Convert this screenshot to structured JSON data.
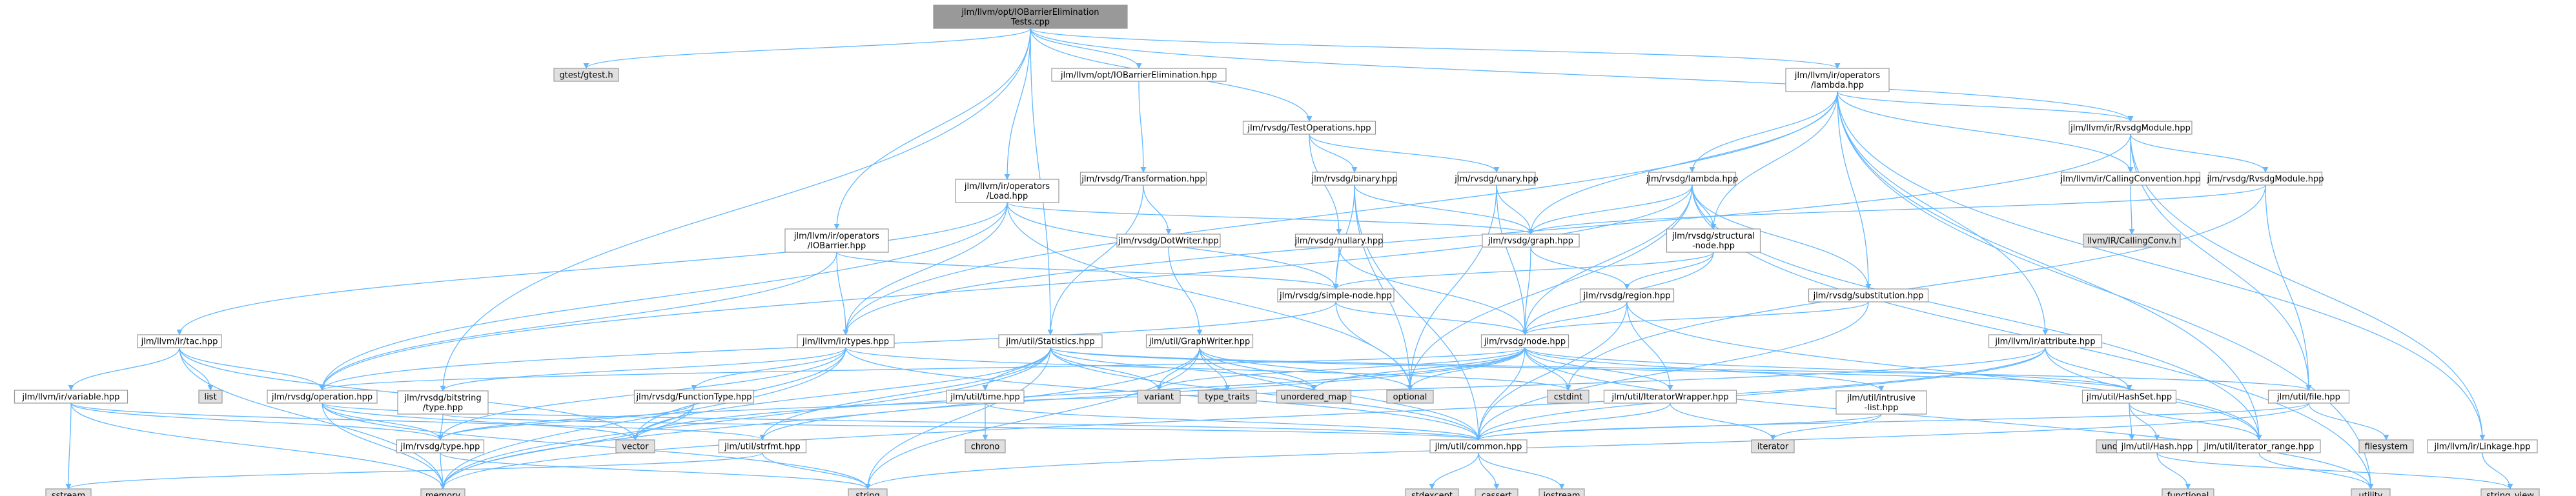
{
  "colors": {
    "background": "#ffffff",
    "root_fill": "#999999",
    "node_fill": "#ffffff",
    "external_fill": "#e0e0e0",
    "border": "#999999",
    "edge": "#63b8ff",
    "text": "#000000"
  },
  "nodes": {
    "root": {
      "label": "jlm/llvm/opt/IOBarrierElimination\nTests.cpp",
      "kind": "root"
    },
    "gtest": {
      "label": "gtest/gtest.h",
      "kind": "external"
    },
    "iobe_hpp": {
      "label": "jlm/llvm/opt/IOBarrierElimination.hpp",
      "kind": "file"
    },
    "testops": {
      "label": "jlm/rvsdg/TestOperations.hpp",
      "kind": "file"
    },
    "lambda_ops": {
      "label": "jlm/llvm/ir/operators\n/lambda.hpp",
      "kind": "file"
    },
    "rvsdgmodule_ir": {
      "label": "jlm/llvm/ir/RvsdgModule.hpp",
      "kind": "file"
    },
    "load": {
      "label": "jlm/llvm/ir/operators\n/Load.hpp",
      "kind": "file"
    },
    "transformation": {
      "label": "jlm/rvsdg/Transformation.hpp",
      "kind": "file"
    },
    "binary": {
      "label": "jlm/rvsdg/binary.hpp",
      "kind": "file"
    },
    "unary": {
      "label": "jlm/rvsdg/unary.hpp",
      "kind": "file"
    },
    "rlambda": {
      "label": "jlm/rvsdg/lambda.hpp",
      "kind": "file"
    },
    "callconv": {
      "label": "jlm/llvm/ir/CallingConvention.hpp",
      "kind": "file"
    },
    "rvsdgmodule_r": {
      "label": "jlm/rvsdg/RvsdgModule.hpp",
      "kind": "file"
    },
    "iobarrier": {
      "label": "jlm/llvm/ir/operators\n/IOBarrier.hpp",
      "kind": "file"
    },
    "dotwriter": {
      "label": "jlm/rvsdg/DotWriter.hpp",
      "kind": "file"
    },
    "graph": {
      "label": "jlm/rvsdg/graph.hpp",
      "kind": "file"
    },
    "llvmcc": {
      "label": "llvm/IR/CallingConv.h",
      "kind": "external"
    },
    "nullary": {
      "label": "jlm/rvsdg/nullary.hpp",
      "kind": "file"
    },
    "structural": {
      "label": "jlm/rvsdg/structural\n-node.hpp",
      "kind": "file"
    },
    "simplenode": {
      "label": "jlm/rvsdg/simple-node.hpp",
      "kind": "file"
    },
    "region": {
      "label": "jlm/rvsdg/region.hpp",
      "kind": "file"
    },
    "substitution": {
      "label": "jlm/rvsdg/substitution.hpp",
      "kind": "file"
    },
    "tac": {
      "label": "jlm/llvm/ir/tac.hpp",
      "kind": "file"
    },
    "types": {
      "label": "jlm/llvm/ir/types.hpp",
      "kind": "file"
    },
    "statistics": {
      "label": "jlm/util/Statistics.hpp",
      "kind": "file"
    },
    "graphwriter": {
      "label": "jlm/util/GraphWriter.hpp",
      "kind": "file"
    },
    "node": {
      "label": "jlm/rvsdg/node.hpp",
      "kind": "file"
    },
    "attribute": {
      "label": "jlm/llvm/ir/attribute.hpp",
      "kind": "file"
    },
    "variable": {
      "label": "jlm/llvm/ir/variable.hpp",
      "kind": "file"
    },
    "list": {
      "label": "list",
      "kind": "external"
    },
    "operation": {
      "label": "jlm/rvsdg/operation.hpp",
      "kind": "file"
    },
    "bitstring": {
      "label": "jlm/rvsdg/bitstring\n/type.hpp",
      "kind": "file"
    },
    "functiontype": {
      "label": "jlm/rvsdg/FunctionType.hpp",
      "kind": "file"
    },
    "time": {
      "label": "jlm/util/time.hpp",
      "kind": "file"
    },
    "variant": {
      "label": "variant",
      "kind": "external"
    },
    "type_traits": {
      "label": "type_traits",
      "kind": "external"
    },
    "unordered_map": {
      "label": "unordered_map",
      "kind": "external"
    },
    "optional": {
      "label": "optional",
      "kind": "external"
    },
    "cstdint": {
      "label": "cstdint",
      "kind": "external"
    },
    "iterwrapper": {
      "label": "jlm/util/IteratorWrapper.hpp",
      "kind": "file"
    },
    "intrusive": {
      "label": "jlm/util/intrusive\n-list.hpp",
      "kind": "file"
    },
    "hashset": {
      "label": "jlm/util/HashSet.hpp",
      "kind": "file"
    },
    "file": {
      "label": "jlm/util/file.hpp",
      "kind": "file"
    },
    "rtype": {
      "label": "jlm/rvsdg/type.hpp",
      "kind": "file"
    },
    "vector": {
      "label": "vector",
      "kind": "external"
    },
    "strfmt": {
      "label": "jlm/util/strfmt.hpp",
      "kind": "file"
    },
    "chrono": {
      "label": "chrono",
      "kind": "external"
    },
    "common": {
      "label": "jlm/util/common.hpp",
      "kind": "file"
    },
    "iterator": {
      "label": "iterator",
      "kind": "external"
    },
    "unordered_set": {
      "label": "unordered_set",
      "kind": "external"
    },
    "hash": {
      "label": "jlm/util/Hash.hpp",
      "kind": "file"
    },
    "iterrange": {
      "label": "jlm/util/iterator_range.hpp",
      "kind": "file"
    },
    "filesystem": {
      "label": "filesystem",
      "kind": "external"
    },
    "linkage": {
      "label": "jlm/llvm/ir/Linkage.hpp",
      "kind": "file"
    },
    "sstream": {
      "label": "sstream",
      "kind": "external"
    },
    "memory": {
      "label": "memory",
      "kind": "external"
    },
    "string": {
      "label": "string",
      "kind": "external"
    },
    "stdexcept": {
      "label": "stdexcept",
      "kind": "external"
    },
    "cassert": {
      "label": "cassert",
      "kind": "external"
    },
    "iostream": {
      "label": "iostream",
      "kind": "external"
    },
    "functional": {
      "label": "functional",
      "kind": "external"
    },
    "utility": {
      "label": "utility",
      "kind": "external"
    },
    "string_view": {
      "label": "string_view",
      "kind": "external"
    }
  },
  "edges": [
    [
      "root",
      "gtest"
    ],
    [
      "root",
      "iobe_hpp"
    ],
    [
      "root",
      "testops"
    ],
    [
      "root",
      "lambda_ops"
    ],
    [
      "root",
      "rvsdgmodule_ir"
    ],
    [
      "root",
      "load"
    ],
    [
      "root",
      "iobarrier"
    ],
    [
      "root",
      "statistics"
    ],
    [
      "root",
      "bitstring"
    ],
    [
      "iobe_hpp",
      "transformation"
    ],
    [
      "transformation",
      "dotwriter"
    ],
    [
      "transformation",
      "statistics"
    ],
    [
      "dotwriter",
      "graphwriter"
    ],
    [
      "testops",
      "binary"
    ],
    [
      "testops",
      "unary"
    ],
    [
      "testops",
      "nullary"
    ],
    [
      "binary",
      "graph"
    ],
    [
      "binary",
      "simplenode"
    ],
    [
      "binary",
      "optional"
    ],
    [
      "binary",
      "common"
    ],
    [
      "unary",
      "graph"
    ],
    [
      "unary",
      "node"
    ],
    [
      "unary",
      "optional"
    ],
    [
      "nullary",
      "simplenode"
    ],
    [
      "nullary",
      "node"
    ],
    [
      "lambda_ops",
      "rlambda"
    ],
    [
      "lambda_ops",
      "rvsdgmodule_ir"
    ],
    [
      "lambda_ops",
      "callconv"
    ],
    [
      "lambda_ops",
      "types"
    ],
    [
      "lambda_ops",
      "graph"
    ],
    [
      "lambda_ops",
      "structural"
    ],
    [
      "lambda_ops",
      "attribute"
    ],
    [
      "lambda_ops",
      "linkage"
    ],
    [
      "lambda_ops",
      "substitution"
    ],
    [
      "lambda_ops",
      "iterrange"
    ],
    [
      "lambda_ops",
      "utility"
    ],
    [
      "rvsdgmodule_ir",
      "callconv"
    ],
    [
      "rvsdgmodule_ir",
      "rvsdgmodule_r"
    ],
    [
      "rvsdgmodule_ir",
      "linkage"
    ],
    [
      "rvsdgmodule_ir",
      "file"
    ],
    [
      "rvsdgmodule_ir",
      "types"
    ],
    [
      "callconv",
      "llvmcc"
    ],
    [
      "rvsdgmodule_r",
      "graph"
    ],
    [
      "rvsdgmodule_r",
      "file"
    ],
    [
      "rvsdgmodule_r",
      "cstdint"
    ],
    [
      "rlambda",
      "graph"
    ],
    [
      "rlambda",
      "structural"
    ],
    [
      "rlambda",
      "substitution"
    ],
    [
      "rlambda",
      "node"
    ],
    [
      "rlambda",
      "iterrange"
    ],
    [
      "rlambda",
      "optional"
    ],
    [
      "rlambda",
      "operation"
    ],
    [
      "rlambda",
      "utility"
    ],
    [
      "load",
      "tac"
    ],
    [
      "load",
      "types"
    ],
    [
      "load",
      "simplenode"
    ],
    [
      "load",
      "graph"
    ],
    [
      "load",
      "operation"
    ],
    [
      "load",
      "optional"
    ],
    [
      "iobarrier",
      "types"
    ],
    [
      "iobarrier",
      "simplenode"
    ],
    [
      "iobarrier",
      "operation"
    ],
    [
      "graph",
      "region"
    ],
    [
      "graph",
      "node"
    ],
    [
      "structural",
      "simplenode"
    ],
    [
      "structural",
      "region"
    ],
    [
      "structural",
      "node"
    ],
    [
      "simplenode",
      "node"
    ],
    [
      "simplenode",
      "operation"
    ],
    [
      "simplenode",
      "optional"
    ],
    [
      "region",
      "node"
    ],
    [
      "region",
      "iterwrapper"
    ],
    [
      "region",
      "iterrange"
    ],
    [
      "region",
      "common"
    ],
    [
      "substitution",
      "node"
    ],
    [
      "substitution",
      "common"
    ],
    [
      "tac",
      "variable"
    ],
    [
      "tac",
      "operation"
    ],
    [
      "tac",
      "list"
    ],
    [
      "tac",
      "vector"
    ],
    [
      "tac",
      "memory"
    ],
    [
      "types",
      "functiontype"
    ],
    [
      "types",
      "bitstring"
    ],
    [
      "types",
      "rtype"
    ],
    [
      "types",
      "vector"
    ],
    [
      "types",
      "memory"
    ],
    [
      "types",
      "common"
    ],
    [
      "types",
      "cstdint"
    ],
    [
      "statistics",
      "time"
    ],
    [
      "statistics",
      "unordered_map"
    ],
    [
      "statistics",
      "variant"
    ],
    [
      "statistics",
      "file"
    ],
    [
      "statistics",
      "hashset"
    ],
    [
      "statistics",
      "memory"
    ],
    [
      "statistics",
      "string"
    ],
    [
      "statistics",
      "vector"
    ],
    [
      "statistics",
      "common"
    ],
    [
      "statistics",
      "strfmt"
    ],
    [
      "graphwriter",
      "variant"
    ],
    [
      "graphwriter",
      "type_traits"
    ],
    [
      "graphwriter",
      "unordered_map"
    ],
    [
      "graphwriter",
      "optional"
    ],
    [
      "graphwriter",
      "common"
    ],
    [
      "graphwriter",
      "memory"
    ],
    [
      "graphwriter",
      "string"
    ],
    [
      "node",
      "operation"
    ],
    [
      "node",
      "intrusive"
    ],
    [
      "node",
      "hashset"
    ],
    [
      "node",
      "iterwrapper"
    ],
    [
      "node",
      "cstdint"
    ],
    [
      "node",
      "optional"
    ],
    [
      "node",
      "variant"
    ],
    [
      "node",
      "unordered_map"
    ],
    [
      "node",
      "common"
    ],
    [
      "node",
      "strfmt"
    ],
    [
      "node",
      "vector"
    ],
    [
      "node",
      "utility"
    ],
    [
      "attribute",
      "hashset"
    ],
    [
      "attribute",
      "iterrange"
    ],
    [
      "attribute",
      "rtype"
    ],
    [
      "attribute",
      "common"
    ],
    [
      "attribute",
      "memory"
    ],
    [
      "variable",
      "rtype"
    ],
    [
      "variable",
      "strfmt"
    ],
    [
      "variable",
      "memory"
    ],
    [
      "variable",
      "sstream"
    ],
    [
      "operation",
      "rtype"
    ],
    [
      "operation",
      "common"
    ],
    [
      "operation",
      "memory"
    ],
    [
      "operation",
      "string"
    ],
    [
      "operation",
      "vector"
    ],
    [
      "bitstring",
      "rtype"
    ],
    [
      "bitstring",
      "common"
    ],
    [
      "functiontype",
      "rtype"
    ],
    [
      "functiontype",
      "vector"
    ],
    [
      "functiontype",
      "memory"
    ],
    [
      "time",
      "chrono"
    ],
    [
      "time",
      "common"
    ],
    [
      "iterwrapper",
      "common"
    ],
    [
      "iterwrapper",
      "iterator"
    ],
    [
      "intrusive",
      "common"
    ],
    [
      "intrusive",
      "iterator"
    ],
    [
      "hashset",
      "hash"
    ],
    [
      "hashset",
      "iterrange"
    ],
    [
      "hashset",
      "unordered_set"
    ],
    [
      "file",
      "common"
    ],
    [
      "file",
      "filesystem"
    ],
    [
      "file",
      "string"
    ],
    [
      "rtype",
      "memory"
    ],
    [
      "rtype",
      "string"
    ],
    [
      "strfmt",
      "sstream"
    ],
    [
      "strfmt",
      "string"
    ],
    [
      "common",
      "stdexcept"
    ],
    [
      "common",
      "cassert"
    ],
    [
      "common",
      "iostream"
    ],
    [
      "hash",
      "functional"
    ],
    [
      "hash",
      "string_view"
    ],
    [
      "iterrange",
      "utility"
    ],
    [
      "linkage",
      "string_view"
    ]
  ]
}
